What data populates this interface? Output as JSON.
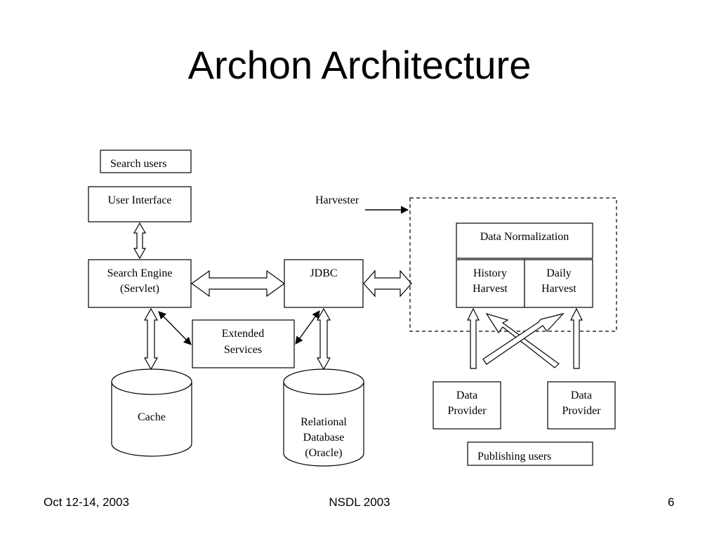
{
  "slide": {
    "title": "Archon Architecture",
    "footer_left": "Oct 12-14, 2003",
    "footer_center": "NSDL 2003",
    "footer_right": "6"
  },
  "diagram": {
    "search_users": "Search users",
    "user_interface": "User Interface",
    "search_engine_line1": "Search Engine",
    "search_engine_line2": "(Servlet)",
    "jdbc": "JDBC",
    "extended_line1": "Extended",
    "extended_line2": "Services",
    "cache": "Cache",
    "relational_line1": "Relational",
    "relational_line2": "Database",
    "relational_line3": "(Oracle)",
    "harvester": "Harvester",
    "data_normalization": "Data Normalization",
    "history_line1": "History",
    "history_line2": "Harvest",
    "daily_line1": "Daily",
    "daily_line2": "Harvest",
    "provider1_line1": "Data",
    "provider1_line2": "Provider",
    "provider2_line1": "Data",
    "provider2_line2": "Provider",
    "publishing_users": "Publishing users"
  }
}
